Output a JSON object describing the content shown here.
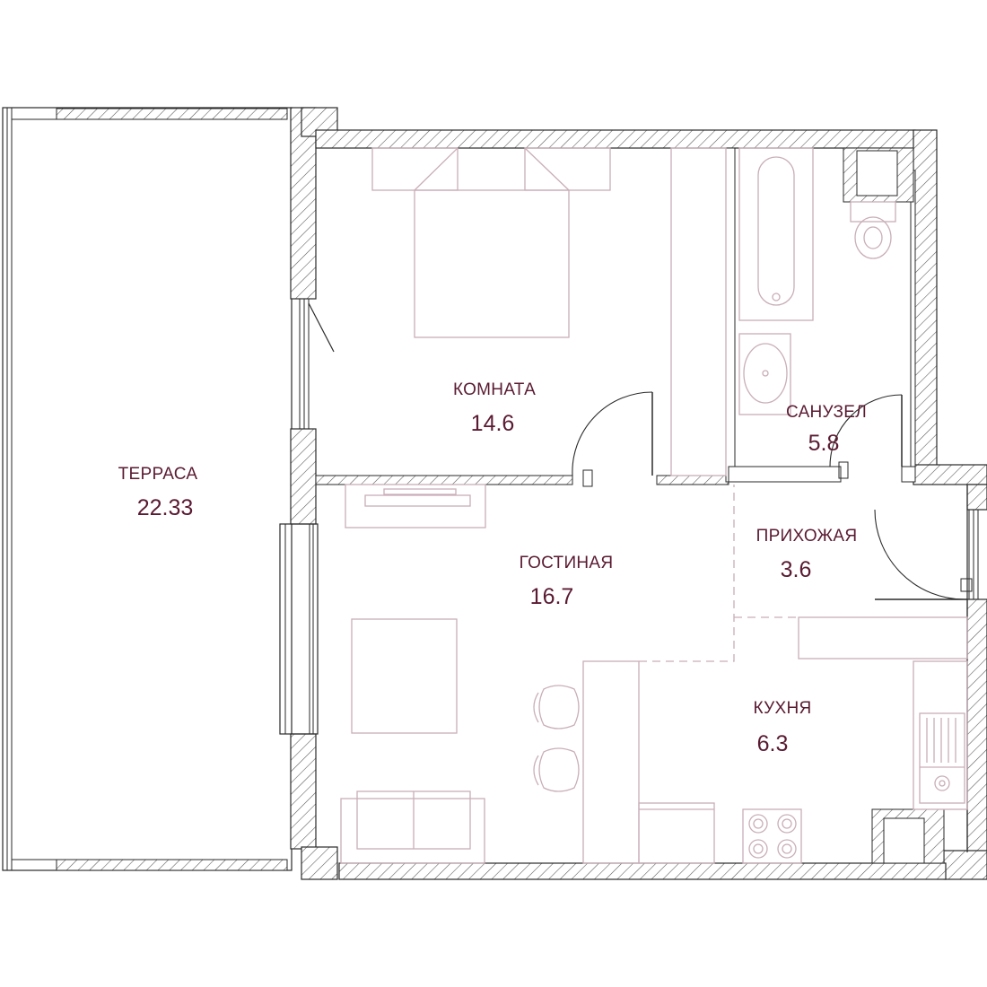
{
  "plan": {
    "colors": {
      "wall_stroke": "#2a2a2a",
      "hatch": "#555555",
      "furniture": "#c9aeb8",
      "partition": "#c9aeb8",
      "label": "#5a1a32",
      "background": "#ffffff"
    },
    "rooms": [
      {
        "id": "terrace",
        "name": "ТЕРРАСА",
        "area": "22.33"
      },
      {
        "id": "bedroom",
        "name": "КОМНАТА",
        "area": "14.6"
      },
      {
        "id": "bathroom",
        "name": "САНУЗЕЛ",
        "area": "5.8"
      },
      {
        "id": "hallway",
        "name": "ПРИХОЖАЯ",
        "area": "3.6"
      },
      {
        "id": "living",
        "name": "ГОСТИНАЯ",
        "area": "16.7"
      },
      {
        "id": "kitchen",
        "name": "КУХНЯ",
        "area": "6.3"
      }
    ]
  }
}
